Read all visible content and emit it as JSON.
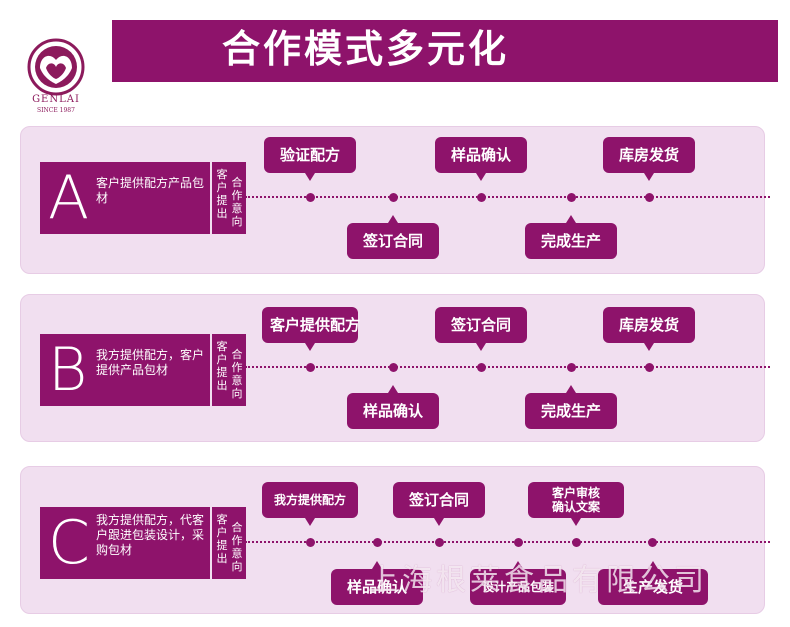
{
  "logo": {
    "brand": "GENLAI",
    "since": "SINCE 1987"
  },
  "title": "合作模式多元化",
  "intent_label": {
    "col1": "客户提出",
    "col2": "合作意向"
  },
  "rows": [
    {
      "letter": "A",
      "desc": "客户提供配方产品包材",
      "top_steps": [
        "验证配方",
        "样品确认",
        "库房发货"
      ],
      "bottom_steps": [
        "签订合同",
        "完成生产"
      ]
    },
    {
      "letter": "B",
      "desc": "我方提供配方，客户提供产品包材",
      "top_steps": [
        "客户提供配方",
        "签订合同",
        "库房发货"
      ],
      "bottom_steps": [
        "样品确认",
        "完成生产"
      ]
    },
    {
      "letter": "C",
      "desc": "我方提供配方，代客户跟进包装设计，采购包材",
      "top_steps": [
        "我方提供配方",
        "签订合同",
        "客户审核",
        "确认文案"
      ],
      "bottom_steps": [
        "样品确认",
        "设计产品包装",
        "生产发货"
      ]
    }
  ],
  "watermark": "上海根莱食品有限公司",
  "colors": {
    "accent": "#8e136b",
    "panel": "#f1dff0",
    "background": "#ffffff"
  }
}
